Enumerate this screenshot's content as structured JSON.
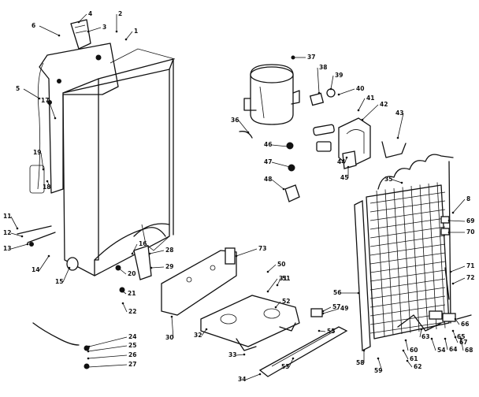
{
  "callouts": [
    {
      "id": "c1",
      "text": "1"
    },
    {
      "id": "c2",
      "text": "2"
    },
    {
      "id": "c3",
      "text": "3"
    },
    {
      "id": "c4",
      "text": "4"
    },
    {
      "id": "c5",
      "text": "5"
    },
    {
      "id": "c6",
      "text": "6"
    },
    {
      "id": "c8",
      "text": "8"
    },
    {
      "id": "c11",
      "text": "11"
    },
    {
      "id": "c12",
      "text": "12"
    },
    {
      "id": "c13",
      "text": "13"
    },
    {
      "id": "c14",
      "text": "14"
    },
    {
      "id": "c15",
      "text": "15"
    },
    {
      "id": "c16",
      "text": "16"
    },
    {
      "id": "c17",
      "text": "17"
    },
    {
      "id": "c18",
      "text": "18"
    },
    {
      "id": "c19",
      "text": "19"
    },
    {
      "id": "c20",
      "text": "20"
    },
    {
      "id": "c21",
      "text": "21"
    },
    {
      "id": "c22",
      "text": "22"
    },
    {
      "id": "c24",
      "text": "24"
    },
    {
      "id": "c25",
      "text": "25"
    },
    {
      "id": "c26",
      "text": "26"
    },
    {
      "id": "c27",
      "text": "27"
    },
    {
      "id": "c28",
      "text": "28"
    },
    {
      "id": "c29",
      "text": "29"
    },
    {
      "id": "c30",
      "text": "30"
    },
    {
      "id": "c31",
      "text": "31"
    },
    {
      "id": "c32",
      "text": "32"
    },
    {
      "id": "c33",
      "text": "33"
    },
    {
      "id": "c34",
      "text": "34"
    },
    {
      "id": "c35",
      "text": "35"
    },
    {
      "id": "c36",
      "text": "36"
    },
    {
      "id": "c37",
      "text": "37"
    },
    {
      "id": "c38",
      "text": "38"
    },
    {
      "id": "c39",
      "text": "39"
    },
    {
      "id": "c40",
      "text": "40"
    },
    {
      "id": "c41",
      "text": "41"
    },
    {
      "id": "c42",
      "text": "42"
    },
    {
      "id": "c43",
      "text": "43"
    },
    {
      "id": "c44",
      "text": "44"
    },
    {
      "id": "c45",
      "text": "45"
    },
    {
      "id": "c46",
      "text": "46"
    },
    {
      "id": "c47",
      "text": "47"
    },
    {
      "id": "c48",
      "text": "48"
    },
    {
      "id": "c49",
      "text": "49"
    },
    {
      "id": "c50",
      "text": "50"
    },
    {
      "id": "c51",
      "text": "51"
    },
    {
      "id": "c52",
      "text": "52"
    },
    {
      "id": "c53",
      "text": "53"
    },
    {
      "id": "c54",
      "text": "54"
    },
    {
      "id": "c55",
      "text": "55"
    },
    {
      "id": "c56",
      "text": "56"
    },
    {
      "id": "c57",
      "text": "57"
    },
    {
      "id": "c58",
      "text": "58"
    },
    {
      "id": "c59",
      "text": "59"
    },
    {
      "id": "c60",
      "text": "60"
    },
    {
      "id": "c61",
      "text": "61"
    },
    {
      "id": "c62",
      "text": "62"
    },
    {
      "id": "c63",
      "text": "63"
    },
    {
      "id": "c64",
      "text": "64"
    },
    {
      "id": "c65",
      "text": "65"
    },
    {
      "id": "c66",
      "text": "66"
    },
    {
      "id": "c67",
      "text": "67"
    },
    {
      "id": "c68",
      "text": "68"
    },
    {
      "id": "c69",
      "text": "69"
    },
    {
      "id": "c70",
      "text": "70"
    },
    {
      "id": "c71",
      "text": "71"
    },
    {
      "id": "c72",
      "text": "72"
    },
    {
      "id": "c73",
      "text": "73"
    }
  ]
}
